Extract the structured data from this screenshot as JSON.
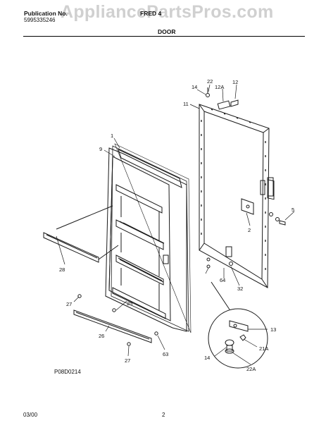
{
  "header": {
    "publication_label": "Publication No.",
    "publication_number": "5995335246",
    "model_code": "FRED 4",
    "watermark": "AppliancePartsPros.com",
    "section_title": "DOOR"
  },
  "diagram": {
    "code": "P08D0214",
    "callouts": {
      "c1": "1",
      "c9": "9",
      "c11": "11",
      "c12": "12",
      "c12a": "12A",
      "c14a": "14",
      "c22": "22",
      "c5": "5",
      "c2": "2",
      "c28": "28",
      "c64": "64",
      "c32": "32",
      "c27a": "27",
      "c25": "25",
      "c26": "26",
      "c27b": "27",
      "c63": "63",
      "c13": "13",
      "c14b": "14",
      "c21a": "21A",
      "c22a": "22A"
    }
  },
  "footer": {
    "date": "03/00",
    "page": "2"
  },
  "colors": {
    "line": "#1a1a1a",
    "background": "#ffffff",
    "watermark": "#c8c8c8"
  }
}
